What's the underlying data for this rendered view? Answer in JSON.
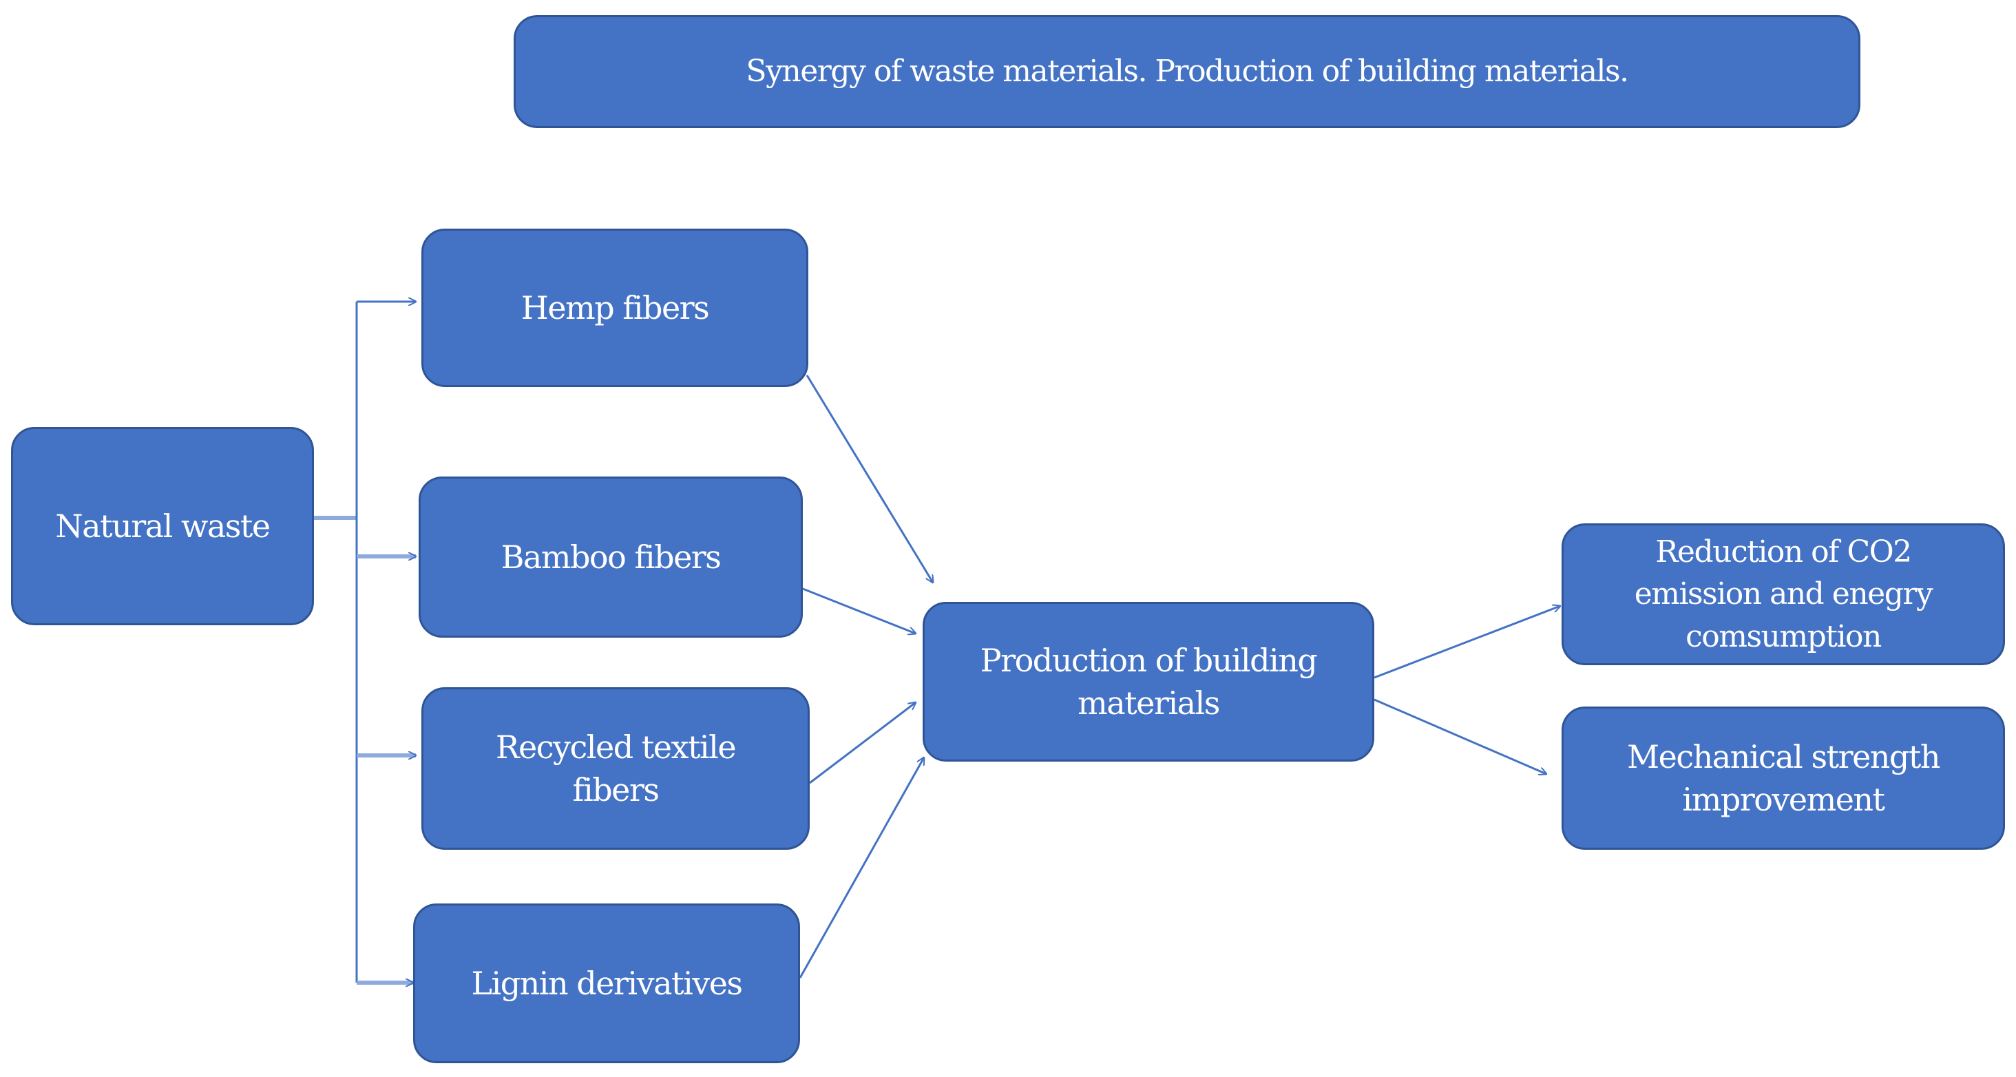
{
  "diagram": {
    "title": "Synergy of waste materials. Production of building materials.",
    "nodes": {
      "natural_waste": "Natural waste",
      "hemp": "Hemp fibers",
      "bamboo": "Bamboo fibers",
      "textile": "Recycled textile\nfibers",
      "lignin": "Lignin derivatives",
      "production": "Production of building\nmaterials",
      "co2": "Reduction of CO2\nemission  and enegry\ncomsumption",
      "strength": "Mechanical strength\nimprovement"
    },
    "colors": {
      "node_fill": "#4472c4",
      "node_border": "#2f5597",
      "connector": "#4472c4",
      "text": "#ffffff"
    }
  }
}
